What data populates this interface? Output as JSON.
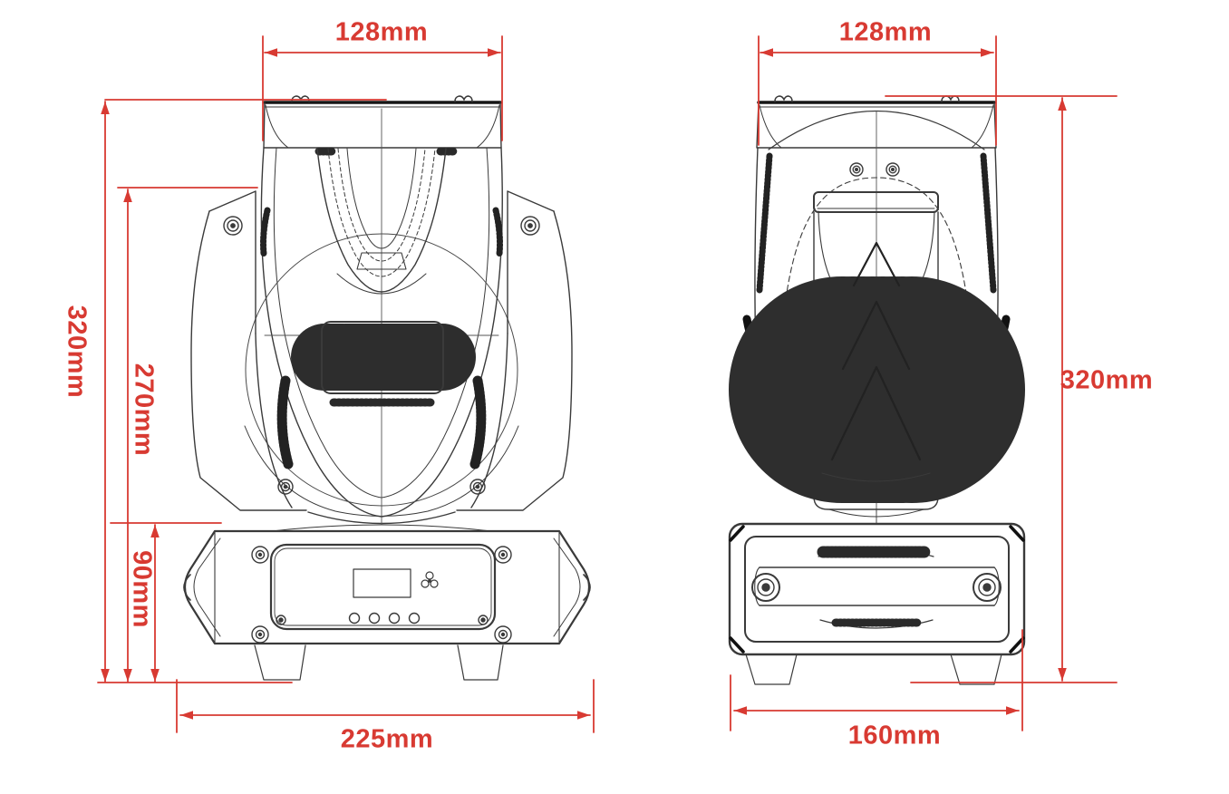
{
  "colors": {
    "background": "#ffffff",
    "dimension_red": "#d83a32",
    "line_dark": "#3a3a3a",
    "line_bold": "#161616"
  },
  "drawing": {
    "subject": "moving-head-light-fixture-dimension-drawing",
    "views": {
      "front": {
        "name": "front-view",
        "dims": {
          "top_width": "128mm",
          "overall_height": "320mm",
          "yoke_height": "270mm",
          "base_height": "90mm",
          "base_width": "225mm"
        }
      },
      "side": {
        "name": "side-view",
        "dims": {
          "top_width": "128mm",
          "overall_height": "320mm",
          "base_depth": "160mm"
        }
      }
    }
  }
}
